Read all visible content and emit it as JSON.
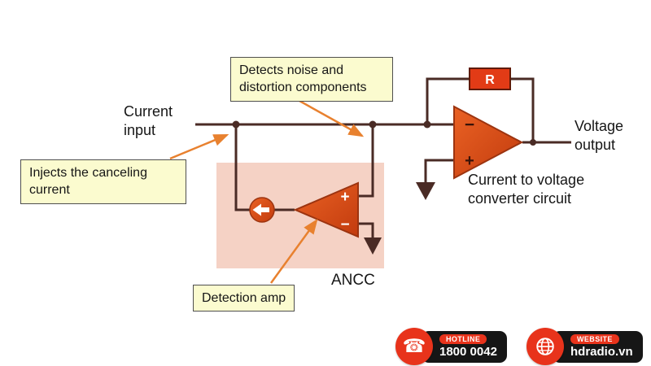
{
  "labels": {
    "current_input": "Current input",
    "voltage_output": "Voltage output",
    "converter_caption": "Current to voltage converter circuit",
    "ancc_caption": "ANCC",
    "resistor": "R",
    "opamp_plus": "+",
    "opamp_minus": "−"
  },
  "callouts": {
    "detects": "Detects noise and distortion components",
    "injects": "Injects the canceling current",
    "detection_amp": "Detection amp"
  },
  "footer": {
    "hotline_label": "HOTLINE",
    "hotline_number": "1800 0042",
    "website_label": "WEBSITE",
    "website_url": "hdradio.vn",
    "phone_icon": "☎"
  },
  "colors": {
    "wire": "#4a2b25",
    "opamp_fill": "#d8491a",
    "resistor_fill": "#e23b16",
    "accent_red": "#e8331b",
    "callout_bg": "#fbfbcf",
    "callout_border": "#4f4f4f",
    "ancc_bg": "#f5d2c5",
    "arrow": "#e8812f",
    "banner_bg": "#161616"
  }
}
